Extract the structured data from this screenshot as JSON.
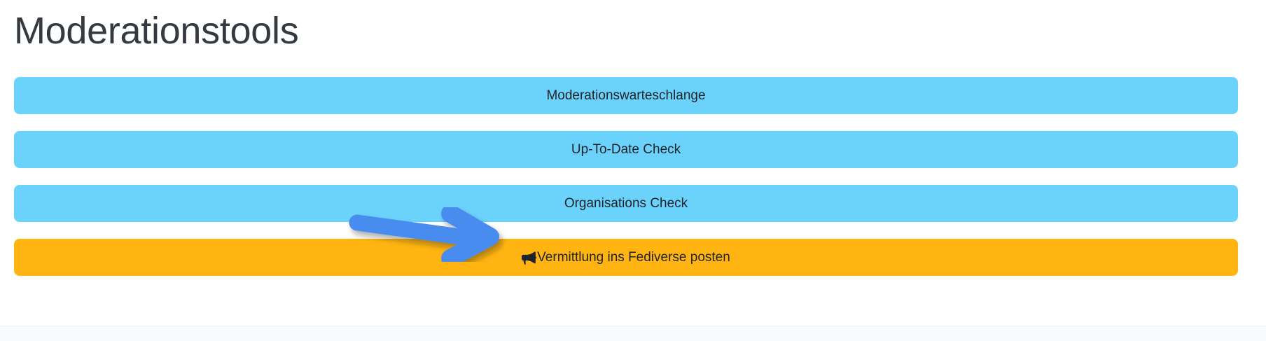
{
  "page": {
    "title": "Moderationstools"
  },
  "actions": [
    {
      "label": "Moderationswarteschlange",
      "style": "info",
      "color": "#6bd2fc",
      "icon": null
    },
    {
      "label": "Up-To-Date Check",
      "style": "info",
      "color": "#6bd2fc",
      "icon": null
    },
    {
      "label": "Organisations Check",
      "style": "info",
      "color": "#6bd2fc",
      "icon": null
    },
    {
      "label": "Vermittlung ins Fediverse posten",
      "style": "warning",
      "color": "#ffb411",
      "icon": "bullhorn-icon"
    }
  ],
  "annotation": {
    "type": "arrow",
    "direction": "right",
    "color": "#4a8cf0",
    "points_to": "Organisations Check"
  },
  "colors": {
    "text": "#212529",
    "title": "#343a40",
    "info": "#6bd2fc",
    "warning": "#ffb411",
    "footer": "#f8f9fa",
    "annotation": "#4a8cf0"
  }
}
